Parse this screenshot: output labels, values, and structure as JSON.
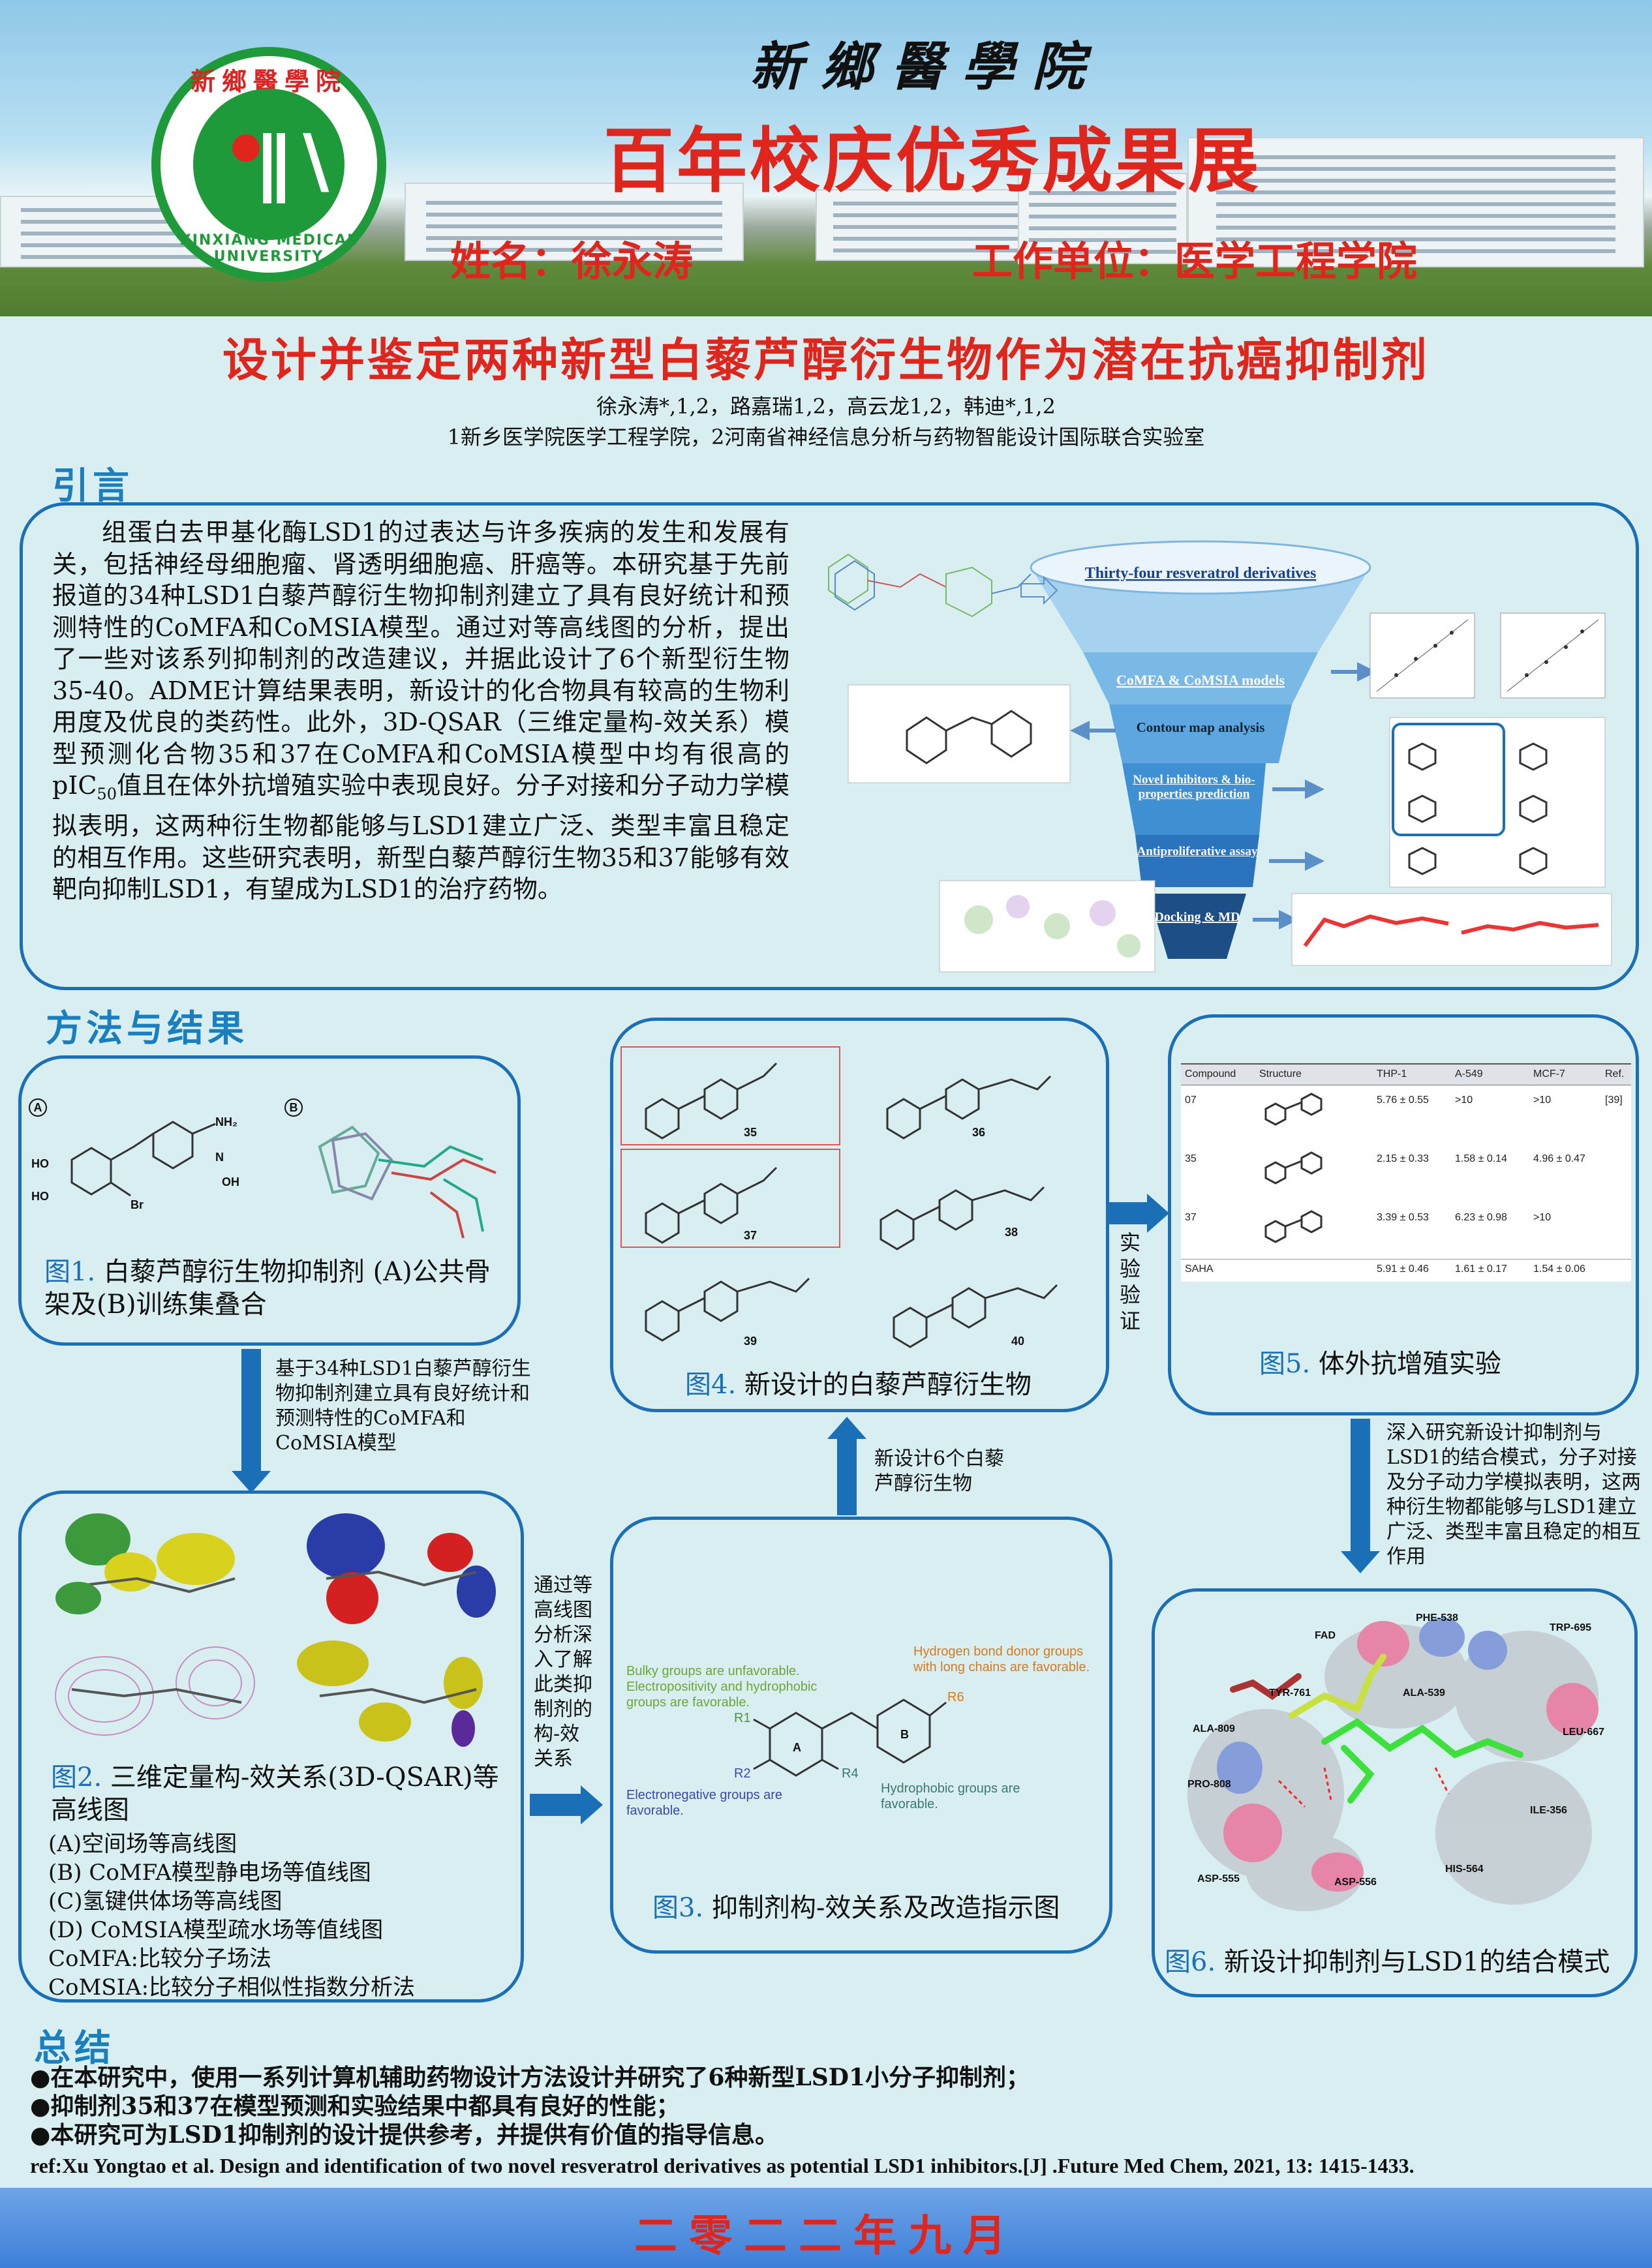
{
  "header": {
    "school": "新鄉醫學院",
    "title": "百年校庆优秀成果展",
    "name": "姓名：徐永涛",
    "unit": "工作单位：医学工程学院",
    "logo_text_top": "新鄉醫學院",
    "logo_text_bottom": "XINXIANG MEDICAL UNIVERSITY"
  },
  "main_title": "设计并鉴定两种新型白藜芦醇衍生物作为潜在抗癌抑制剂",
  "authors": "徐永涛*,1,2，路嘉瑞1,2，高云龙1,2，韩迪*,1,2",
  "affiliations": "1新乡医学院医学工程学院，2河南省神经信息分析与药物智能设计国际联合实验室",
  "sections": {
    "intro": "引言",
    "methods": "方法与结果",
    "summary": "总结"
  },
  "intro": {
    "text_1": "组蛋白去甲基化酶LSD1的过表达与许多疾病的发生和发展有关，包括神经母细胞瘤、肾透明细胞癌、肝癌等。本研究基于先前报道的34种LSD1白藜芦醇衍生物抑制剂建立了具有良好统计和预测特性的CoMFA和CoMSIA模型。通过对等高线图的分析，提出了一些对该系列抑制剂的改造建议，并据此设计了6个新型衍生物35-40。ADME计算结果表明，新设计的化合物具有较高的生物利用度及优良的类药性。此外，3D-QSAR（三维定量构-效关系）模型预测化合物35和37在CoMFA和CoMSIA模型中均有很高的pIC",
    "text_sub": "50",
    "text_2": "值且在体外抗增殖实验中表现良好。分子对接和分子动力学模拟表明，这两种衍生物都能够与LSD1建立广泛、类型丰富且稳定的相互作用。这些研究表明，新型白藜芦醇衍生物35和37能够有效靶向抑制LSD1，有望成为LSD1的治疗药物。",
    "funnel": [
      "Thirty-four resveratrol derivatives",
      "CoMFA & CoMSIA models",
      "Contour map analysis",
      "Novel inhibitors & bio-properties prediction",
      "Antiproliferative assay",
      "Docking & MD"
    ]
  },
  "fig1": {
    "label_a": "A",
    "label_b": "B",
    "num": "图1.",
    "caption": " 白藜芦醇衍生物抑制剂 (A)公共骨架及(B)训练集叠合"
  },
  "fig2": {
    "num": "图2.",
    "caption": " 三维定量构-效关系(3D-QSAR)等高线图",
    "lines": [
      "(A)空间场等高线图",
      "(B) CoMFA模型静电场等值线图",
      "(C)氢键供体场等高线图",
      "(D) CoMSIA模型疏水场等值线图",
      "CoMFA:比较分子场法",
      "CoMSIA:比较分子相似性指数分析法"
    ]
  },
  "fig3": {
    "num": "图3.",
    "caption": " 抑制剂构-效关系及改造指示图",
    "note_bulky": "Bulky groups are unfavorable.",
    "note_electro": "Electropositivity and hydrophobic groups are favorable.",
    "note_hbond": "Hydrogen bond donor groups with long chains are favorable.",
    "note_electroneg": "Electronegative groups are favorable.",
    "note_hydrophobic": "Hydrophobic groups are favorable."
  },
  "fig4": {
    "num": "图4.",
    "caption": " 新设计的白藜芦醇衍生物",
    "compounds": [
      "35",
      "36",
      "37",
      "38",
      "39",
      "40"
    ]
  },
  "fig5": {
    "num": "图5.",
    "caption": " 体外抗增殖实验",
    "table_headers": [
      "Compound",
      "Structure",
      "THP-1",
      "A-549",
      "MCF-7",
      "Ref."
    ],
    "table_rows": [
      [
        "07",
        "5.76 ± 0.55",
        ">10",
        ">10",
        "[39]"
      ],
      [
        "35",
        "2.15 ± 0.33",
        "1.58 ± 0.14",
        "4.96 ± 0.47",
        ""
      ],
      [
        "37",
        "3.39 ± 0.53",
        "6.23 ± 0.98",
        ">10",
        ""
      ],
      [
        "SAHA",
        "5.91 ± 0.46",
        "1.61 ± 0.17",
        "1.54 ± 0.06",
        ""
      ]
    ]
  },
  "fig6": {
    "num": "图6.",
    "caption": " 新设计抑制剂与LSD1的结合模式",
    "residues": [
      "PHE-538",
      "TRP-695",
      "FAD",
      "ALA-539",
      "TYR-761",
      "LEU-667",
      "ALA-809",
      "PRO-808",
      "ILE-356",
      "ASP-555",
      "ASP-556",
      "HIS-564"
    ]
  },
  "arrows": {
    "a1": "基于34种LSD1白藜芦醇衍生物抑制剂建立具有良好统计和预测特性的CoMFA和CoMSIA模型",
    "a2": "通过等高线图分析深入了解此类抑制剂的构-效关系",
    "a3": "新设计6个白藜芦醇衍生物",
    "a4": "实验验证",
    "a5": "深入研究新设计抑制剂与LSD1的结合模式，分子对接及分子动力学模拟表明，这两种衍生物都能够与LSD1建立广泛、类型丰富且稳定的相互作用"
  },
  "summary": [
    "●在本研究中，使用一系列计算机辅助药物设计方法设计并研究了6种新型LSD1小分子抑制剂；",
    "●抑制剂35和37在模型预测和实验结果中都具有良好的性能；",
    "●本研究可为LSD1抑制剂的设计提供参考，并提供有价值的指导信息。"
  ],
  "ref": "ref:Xu Yongtao et al. Design and identification of two novel resveratrol derivatives as potential LSD1 inhibitors.[J] .Future Med Chem, 2021, 13: 1415-1433.",
  "footer_date": "二零二二年九月"
}
